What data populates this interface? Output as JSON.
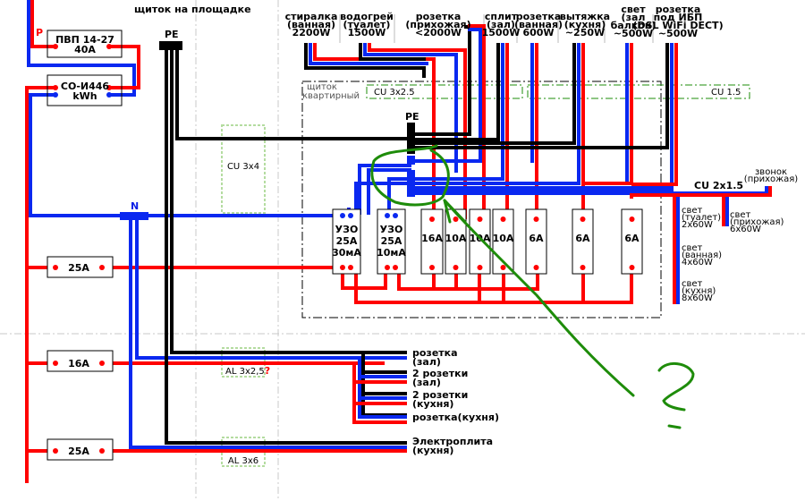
{
  "colors": {
    "phase": "#ff0000",
    "neutral": "#0a28f0",
    "pe": "#000000",
    "annotation": "#1e8c0a",
    "cable_label_box": "#b4dca0"
  },
  "landing_panel": {
    "title": "щиток на площадке",
    "phase_label": "P",
    "switch": {
      "line1": "ПВП 14-27",
      "line2": "40А"
    },
    "meter": {
      "line1": "СО-И446",
      "line2": "kWh"
    }
  },
  "pe_bus": {
    "label": "PE"
  },
  "n_bus": {
    "label": "N"
  },
  "cables": {
    "cu_3x4": "CU 3x4",
    "al_3x25": "AL 3x2,5",
    "al_3x25_mark": "?",
    "al_3x6": "AL 3x6",
    "cu_3x25": "CU 3x2.5",
    "cu_15": "CU 1.5",
    "cu_2x15": "CU 2x1.5"
  },
  "apartment_panel": {
    "label_line1": "щиток",
    "label_line2": "квартирный",
    "pe_label": "PE",
    "n_label": "N"
  },
  "top_loads": [
    {
      "lines": [
        "стиралка",
        "(ванная)",
        "2200W"
      ]
    },
    {
      "lines": [
        "водогрей",
        "(туалет)",
        "1500W"
      ]
    },
    {
      "lines": [
        "розетка",
        "(прихожая)",
        "<2000W"
      ]
    },
    {
      "lines": [
        "сплит",
        "(зал)",
        "1500W"
      ]
    },
    {
      "lines": [
        "розетка",
        "(ванная)",
        "600W"
      ]
    },
    {
      "lines": [
        "вытяжка",
        "(кухня)",
        "~250W"
      ]
    },
    {
      "lines": [
        "свет",
        "(зал",
        "балкон)",
        "~500W"
      ]
    },
    {
      "lines": [
        "розетка",
        "под ИБП",
        "(DSL WiFi DECT)",
        "~500W"
      ]
    }
  ],
  "breakers": [
    {
      "lines": [
        "УЗО",
        "25А",
        "30мА"
      ]
    },
    {
      "lines": [
        "УЗО",
        "25А",
        "10мА"
      ]
    },
    {
      "lines": [
        "16А"
      ]
    },
    {
      "lines": [
        "10А"
      ]
    },
    {
      "lines": [
        "10А"
      ]
    },
    {
      "lines": [
        "10А"
      ]
    },
    {
      "lines": [
        "6А"
      ]
    },
    {
      "lines": [
        "6А"
      ]
    },
    {
      "lines": [
        "6А"
      ]
    }
  ],
  "landing_breakers": [
    {
      "label": "25А"
    },
    {
      "label": "16А"
    },
    {
      "label": "25А"
    }
  ],
  "right_loads": [
    {
      "lines": [
        "звонок",
        "(прихожая)"
      ]
    },
    {
      "lines": [
        "свет",
        "(туалет)",
        "2x60W"
      ]
    },
    {
      "lines": [
        "свет",
        "(прихожая)",
        "6x60W"
      ]
    },
    {
      "lines": [
        "свет",
        "(ванная)",
        "4x60W"
      ]
    },
    {
      "lines": [
        "свет",
        "(кухня)",
        "8x60W"
      ]
    }
  ],
  "bottom_loads": [
    {
      "lines": [
        "розетка",
        "(зал)"
      ]
    },
    {
      "lines": [
        "2 розетки",
        "(зал)"
      ]
    },
    {
      "lines": [
        "2 розетки",
        "(кухня)"
      ]
    },
    {
      "lines": [
        "розетка(кухня)"
      ]
    },
    {
      "lines": [
        "Электроплита",
        "(кухня)"
      ]
    }
  ],
  "annotation": {
    "question_mark": "?"
  }
}
